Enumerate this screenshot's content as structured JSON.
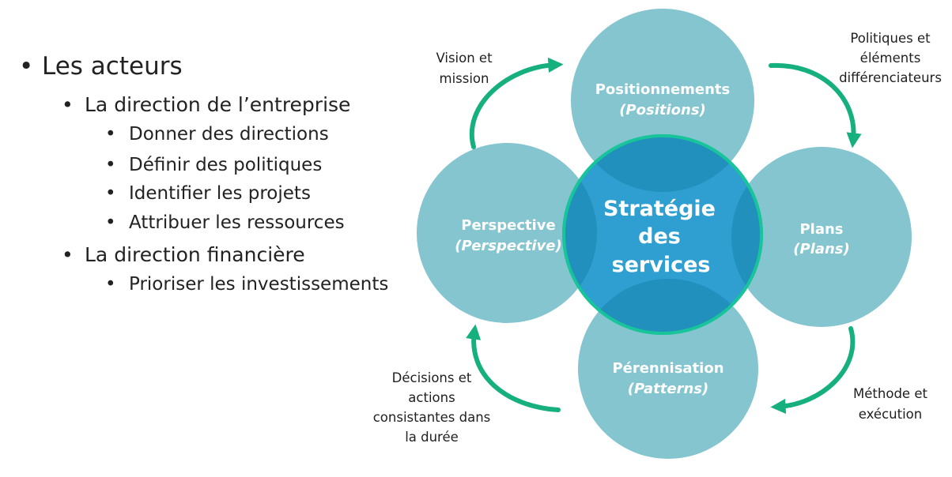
{
  "bullets": [
    {
      "level": 1,
      "text": "Les acteurs"
    },
    {
      "level": 2,
      "text": "La direction de l’entreprise"
    },
    {
      "level": 3,
      "text": "Donner des directions"
    },
    {
      "level": 3,
      "text": "Définir des politiques"
    },
    {
      "level": 3,
      "text": "Identifier les projets"
    },
    {
      "level": 3,
      "text": "Attribuer les ressources"
    },
    {
      "level": 2,
      "text": "La direction financière"
    },
    {
      "level": 3,
      "text": "Prioriser les investissements"
    }
  ],
  "diagram": {
    "center": {
      "lines": [
        "Stratégie",
        "des",
        "services"
      ]
    },
    "circles": {
      "top": {
        "title": "Positionnements",
        "subtitle": "(Positions)"
      },
      "left": {
        "title": "Perspective",
        "subtitle": "(Perspective)"
      },
      "right": {
        "title": "Plans",
        "subtitle": "(Plans)"
      },
      "bottom": {
        "title": "Pérennisation",
        "subtitle": "(Patterns)"
      }
    },
    "captions": {
      "top_left": [
        "Vision et",
        "mission"
      ],
      "top_right": [
        "Politiques et",
        "éléments",
        "différenciateurs"
      ],
      "bottom_left": [
        "Décisions et",
        "actions",
        "consistantes dans",
        "la durée"
      ],
      "bottom_right": [
        "Méthode et",
        "exécution"
      ]
    },
    "colors": {
      "circle": "#84c5cf",
      "center": "#2e9fd0",
      "center_ring": "#18c49a",
      "arrow": "#16b07f"
    }
  }
}
